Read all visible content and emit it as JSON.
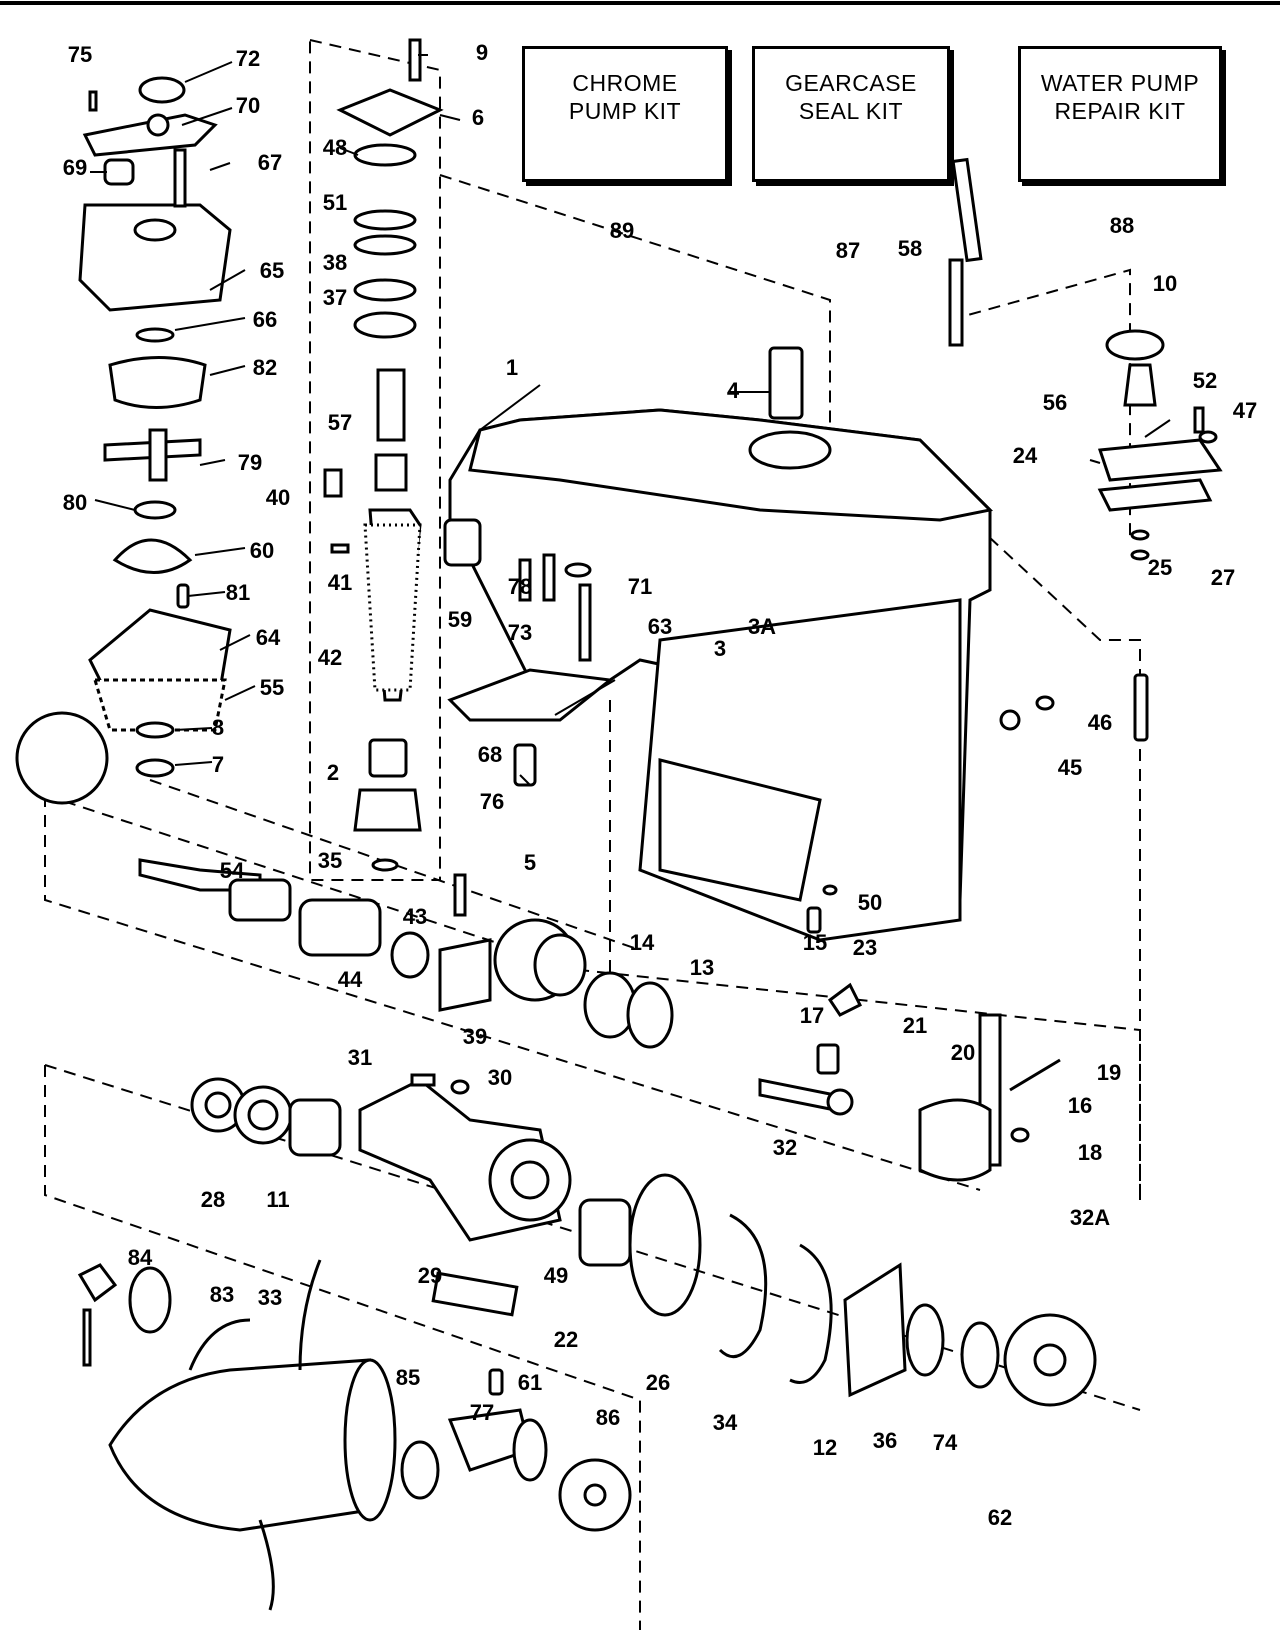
{
  "kits": [
    {
      "id": "89",
      "label": "CHROME\nPUMP KIT"
    },
    {
      "id": "87",
      "label": "GEARCASE\nSEAL KIT"
    },
    {
      "id": "88",
      "label": "WATER PUMP\nREPAIR KIT"
    }
  ],
  "callouts": [
    "75",
    "72",
    "70",
    "69",
    "67",
    "65",
    "66",
    "82",
    "79",
    "80",
    "60",
    "81",
    "64",
    "55",
    "8",
    "7",
    "9",
    "6",
    "48",
    "51",
    "38",
    "37",
    "57",
    "40",
    "41",
    "42",
    "2",
    "35",
    "54",
    "43",
    "44",
    "39",
    "5",
    "1",
    "4",
    "59",
    "78",
    "71",
    "73",
    "63",
    "68",
    "76",
    "3",
    "3A",
    "89",
    "87",
    "58",
    "88",
    "10",
    "56",
    "52",
    "47",
    "24",
    "25",
    "27",
    "46",
    "45",
    "50",
    "23",
    "14",
    "13",
    "15",
    "17",
    "21",
    "20",
    "19",
    "16",
    "18",
    "32",
    "32A",
    "31",
    "30",
    "28",
    "11",
    "29",
    "49",
    "22",
    "26",
    "34",
    "12",
    "36",
    "74",
    "62",
    "84",
    "83",
    "33",
    "85",
    "77",
    "61",
    "86"
  ]
}
